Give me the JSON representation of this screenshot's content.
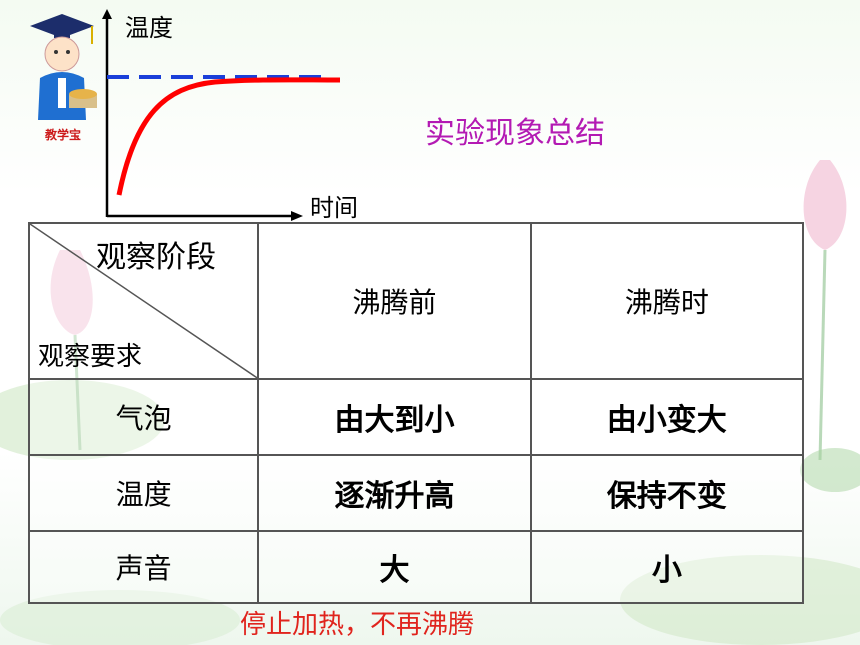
{
  "logo": {
    "text": "教学宝",
    "icon": "graduate-teacher-icon"
  },
  "chart_data": {
    "type": "line",
    "xlabel": "时间",
    "ylabel": "温度",
    "series": [
      {
        "style": "solid",
        "color": "#ff0000"
      },
      {
        "style": "dashed",
        "color": "#1a3fd9"
      }
    ]
  },
  "title": "实验现象总结",
  "table": {
    "header_top": "观察阶段",
    "header_bottom": "观察要求",
    "columns": [
      "沸腾前",
      "沸腾时"
    ],
    "rows": [
      {
        "label": "气泡",
        "values": [
          "由大到小",
          "由小变大"
        ]
      },
      {
        "label": "温度",
        "values": [
          "逐渐升高",
          "保持不变"
        ]
      },
      {
        "label": "声音",
        "values": [
          "大",
          "小"
        ]
      }
    ]
  },
  "footnote": "停止加热，不再沸腾",
  "colors": {
    "title": "#b31ab3",
    "footnote": "#e0241d",
    "curve": "#ff0000",
    "dashed": "#1a3fd9"
  }
}
